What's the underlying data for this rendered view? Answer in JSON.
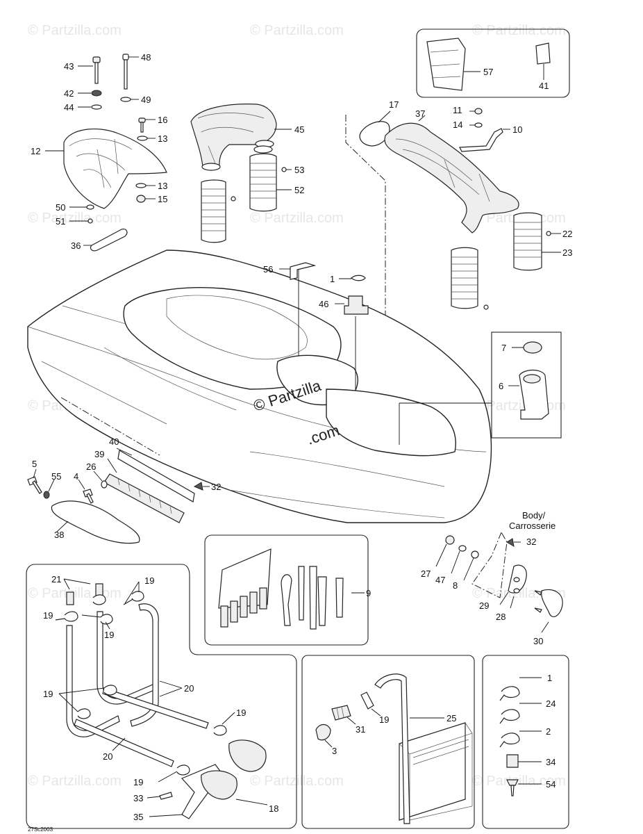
{
  "watermark": "© Partzilla.com",
  "center_watermark_line1": "© Partzilla",
  "center_watermark_line2": ".com",
  "drawing_code": "27Sc2003",
  "body_label_line1": "Body/",
  "body_label_line2": "Carrosserie",
  "callouts": {
    "c1": "1",
    "c2": "2",
    "c3": "3",
    "c4": "4",
    "c5": "5",
    "c6": "6",
    "c7": "7",
    "c8": "8",
    "c9": "9",
    "c10": "10",
    "c11": "11",
    "c12": "12",
    "c13": "13",
    "c14": "14",
    "c15": "15",
    "c16": "16",
    "c17": "17",
    "c18": "18",
    "c19": "19",
    "c20": "20",
    "c21": "21",
    "c22": "22",
    "c23": "23",
    "c24": "24",
    "c25": "25",
    "c26": "26",
    "c27": "27",
    "c28": "28",
    "c29": "29",
    "c30": "30",
    "c31": "31",
    "c32": "32",
    "c33": "33",
    "c34": "34",
    "c35": "35",
    "c36": "36",
    "c37": "37",
    "c38": "38",
    "c39": "39",
    "c40": "40",
    "c41": "41",
    "c42": "42",
    "c43": "43",
    "c44": "44",
    "c45": "45",
    "c46": "46",
    "c47": "47",
    "c48": "48",
    "c49": "49",
    "c50": "50",
    "c51": "51",
    "c52": "52",
    "c53": "53",
    "c54": "54",
    "c55": "55",
    "c56": "56",
    "c57": "57"
  }
}
